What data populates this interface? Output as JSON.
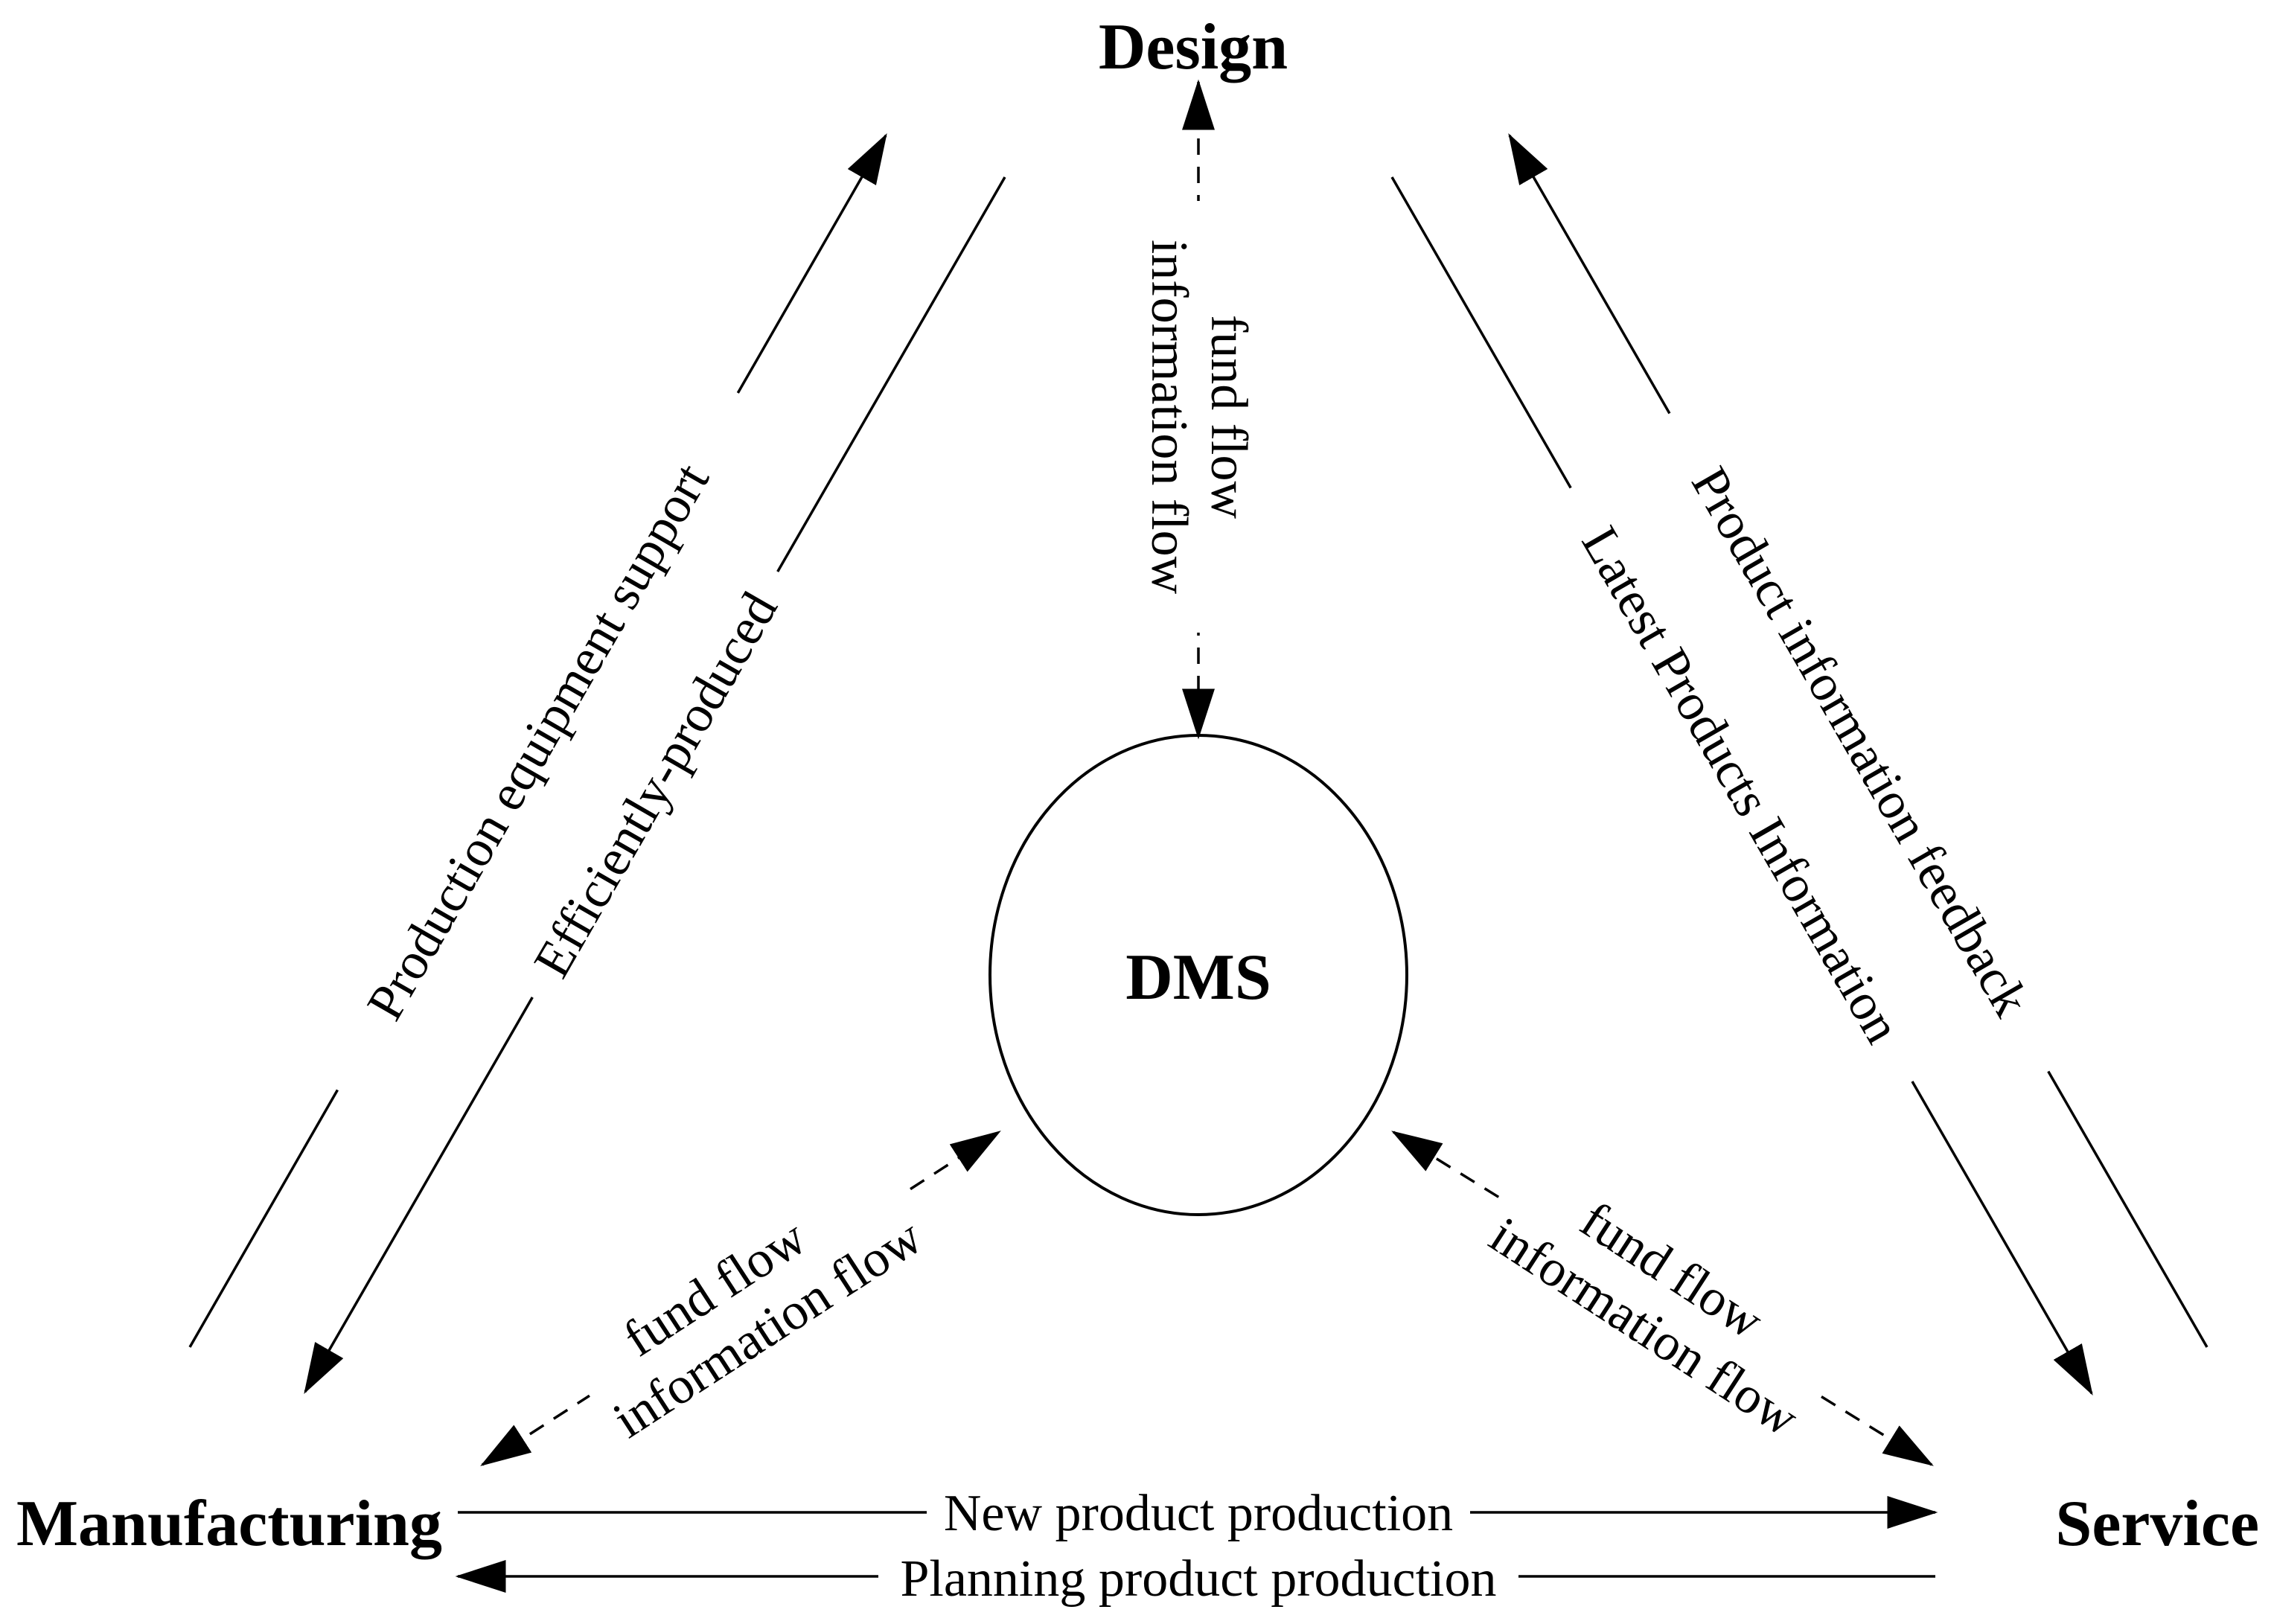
{
  "nodes": {
    "design": "Design",
    "manufacturing": "Manufacturing",
    "service": "Service",
    "center": "DMS"
  },
  "edges": {
    "production_equipment_support": "Production equipment support",
    "efficiently_produced": "Efficiently-produced",
    "product_information_feedback": "Product information feedback",
    "latest_products_information": "Latest Products Information",
    "new_product_production": "New product production",
    "planning_product_production": "Planning product production"
  },
  "flows": {
    "design_dms": {
      "line1": "fund flow",
      "line2": "information flow"
    },
    "manufacturing_dms": {
      "line1": "fund flow",
      "line2": "information flow"
    },
    "service_dms": {
      "line1": "fund flow",
      "line2": "information flow"
    }
  }
}
